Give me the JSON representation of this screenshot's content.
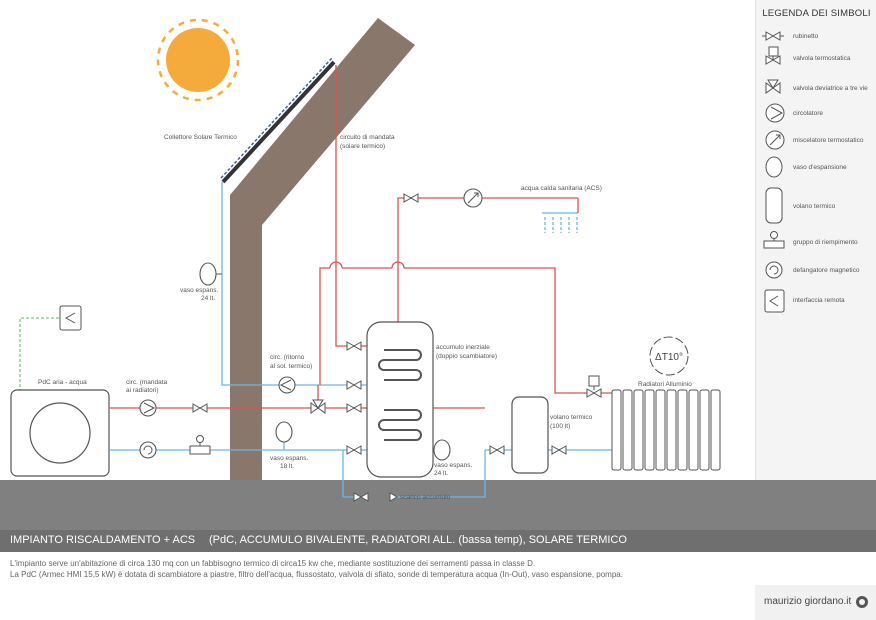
{
  "legend": {
    "title": "LEGENDA DEI SIMBOLI",
    "items": [
      {
        "icon": "tap-icon",
        "label": "rubinetto"
      },
      {
        "icon": "thermostatic-valve-icon",
        "label": "valvola termostatica"
      },
      {
        "icon": "three-way-valve-icon",
        "label": "valvola deviatrice a tre vie"
      },
      {
        "icon": "circulator-icon",
        "label": "circolatore"
      },
      {
        "icon": "thermostatic-mixer-icon",
        "label": "miscelatore termostatico"
      },
      {
        "icon": "expansion-vessel-icon",
        "label": "vaso d'espansione"
      },
      {
        "icon": "buffer-tank-icon",
        "label": "volano termico"
      },
      {
        "icon": "filling-group-icon",
        "label": "gruppo di riempimento"
      },
      {
        "icon": "magnetic-degasser-icon",
        "label": "defangatore magnetico"
      },
      {
        "icon": "remote-interface-icon",
        "label": "interfaccia remota"
      }
    ]
  },
  "diagram": {
    "solar_collector": "Collettore Solare Termico",
    "solar_circuit": [
      "circuito di mandata",
      "(solare termico)"
    ],
    "dhw": "acqua calda sanitaria (ACS)",
    "vessel_solar": [
      "vaso espans.",
      "24 lt."
    ],
    "solar_return_pump": [
      "circ. (ritorno",
      "al sol. termico)"
    ],
    "storage_tank": [
      "accumulo inerziale",
      "(doppio scambiatore)"
    ],
    "heat_pump": "PdC aria - acqua",
    "radiator_pump": [
      "circ. (mandata",
      "ai radiatori)"
    ],
    "vessel_heatpump": [
      "vaso espans.",
      "18 lt."
    ],
    "vessel_tank": [
      "vaso espans.",
      "24 lt."
    ],
    "drain": "scarico accumulo",
    "buffer": [
      "volano termico",
      "(100 lt)"
    ],
    "radiators": "Radiatori Alluminio",
    "delta_t": "ΔT10°"
  },
  "footer": {
    "title_main": "IMPIANTO RISCALDAMENTO + ACS",
    "title_sub": "(PdC, ACCUMULO BIVALENTE, RADIATORI ALL. (bassa temp),  SOLARE TERMICO",
    "description_1": "L'impianto serve un'abitazione di circa 130 mq con un fabbisogno termico di circa15 kw che, mediante sostituzione dei serramenti passa in classe D.",
    "description_2": "La PdC (Armec HMI 15,5 kW) è dotata di scambiatore a piastre, filtro dell'acqua, flussostato, valvola di sfiato, sonde di temperatura acqua (In-Out), vaso espansione, pompa.",
    "signature": "maurizio giordano.it"
  },
  "colors": {
    "hot_pipe": "#d9534f",
    "cold_pipe": "#6cb7e8",
    "roof": "#8a776b",
    "sun": "#f4ab3c",
    "ground": "#808080",
    "title_bar": "#6f6f6f",
    "remote_link": "#5cb85c"
  }
}
